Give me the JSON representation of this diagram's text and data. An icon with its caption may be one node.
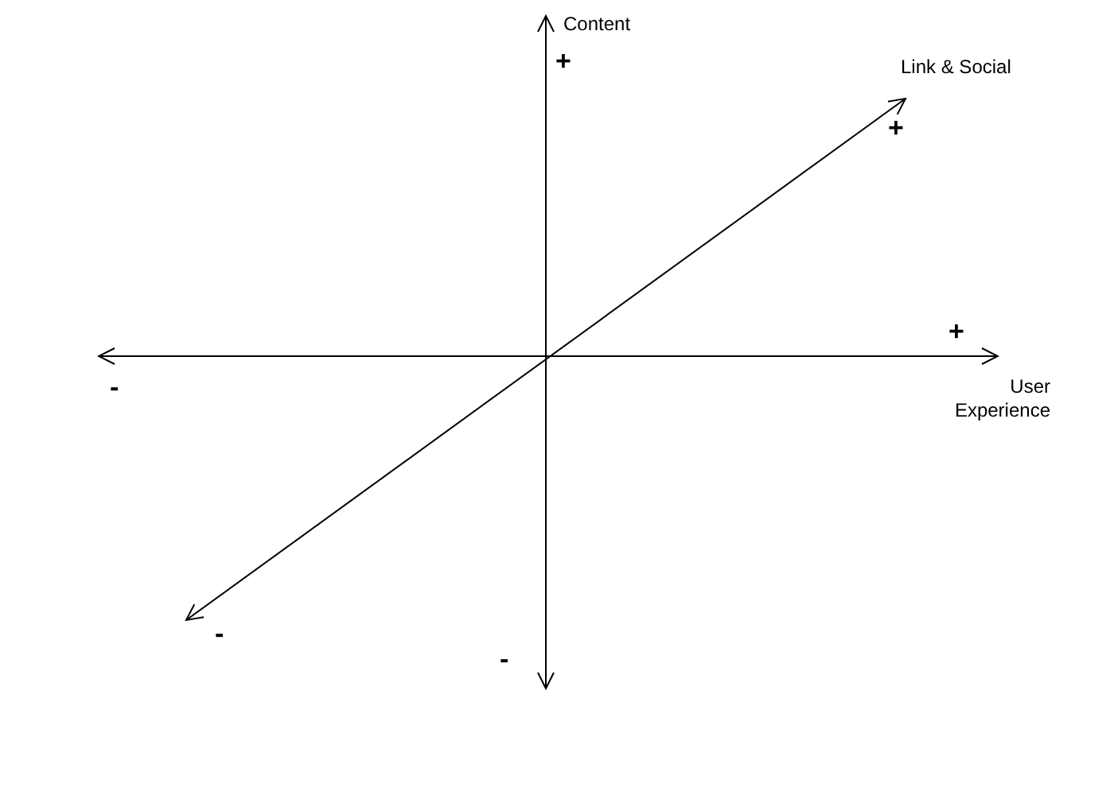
{
  "diagram": {
    "labels": [
      "Content",
      "+",
      "Link & Social",
      "+",
      "+",
      "User Experience",
      "-",
      "-",
      "-"
    ]
  }
}
